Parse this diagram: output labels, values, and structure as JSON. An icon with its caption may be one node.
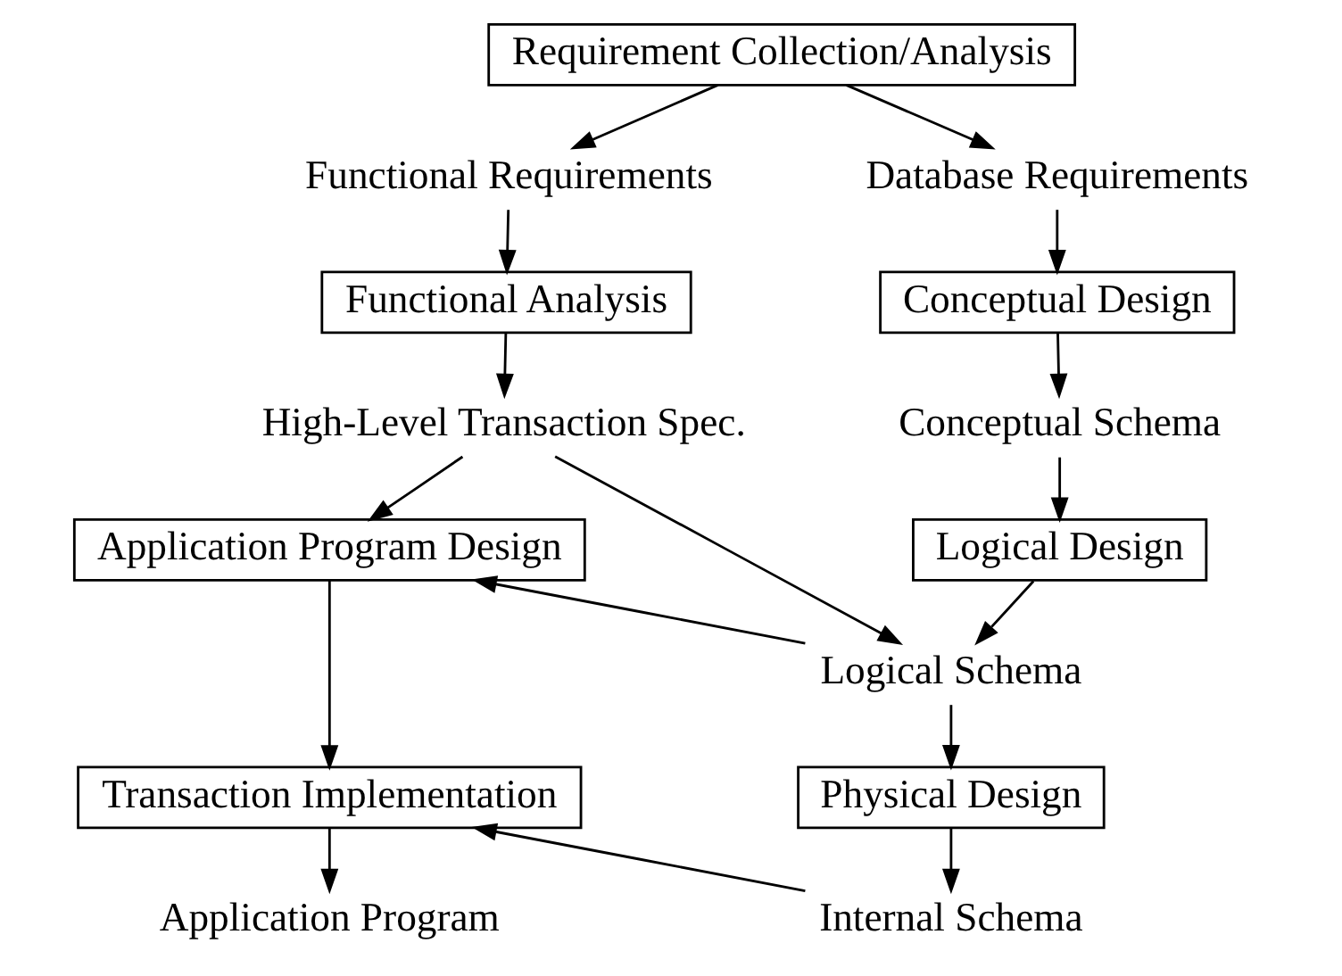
{
  "diagram": {
    "nodes": [
      {
        "text": [
          "Requirement Collection/Analysis"
        ]
      },
      {
        "text": [
          "Functional Requirements"
        ]
      },
      {
        "text": [
          "Database Requirements"
        ]
      },
      {
        "text": [
          "Functional Analysis"
        ]
      },
      {
        "text": [
          "Conceptual Design"
        ]
      },
      {
        "text": [
          "High-Level Transaction Spec."
        ]
      },
      {
        "text": [
          "Conceptual Schema"
        ]
      },
      {
        "text": [
          "Application Program Design"
        ]
      },
      {
        "text": [
          "Logical Design"
        ]
      },
      {
        "text": [
          "Logical Schema"
        ]
      },
      {
        "text": [
          "Transaction Implementation"
        ]
      },
      {
        "text": [
          "Physical Design"
        ]
      },
      {
        "text": [
          "Application Program"
        ]
      },
      {
        "text": [
          "Internal Schema"
        ]
      }
    ],
    "edges": [
      {
        "from": 0,
        "to": 1,
        "arrow": "to"
      },
      {
        "from": 0,
        "to": 2,
        "arrow": "to"
      },
      {
        "from": 1,
        "to": 3,
        "arrow": "to"
      },
      {
        "from": 2,
        "to": 4,
        "arrow": "to"
      },
      {
        "from": 3,
        "to": 5,
        "arrow": "to"
      },
      {
        "from": 4,
        "to": 6,
        "arrow": "to"
      },
      {
        "from": 5,
        "to": 7,
        "arrow": "to"
      },
      {
        "from": 6,
        "to": 8,
        "arrow": "to"
      },
      {
        "from": 5,
        "to": 9,
        "arrow": "to"
      },
      {
        "from": 8,
        "to": 9,
        "arrow": "to"
      },
      {
        "from": 9,
        "to": 7,
        "arrow": "to"
      },
      {
        "from": 7,
        "to": 10,
        "arrow": "to"
      },
      {
        "from": 9,
        "to": 11,
        "arrow": "to"
      },
      {
        "from": 11,
        "to": 13,
        "arrow": "to"
      },
      {
        "from": 10,
        "to": 12,
        "arrow": "to"
      },
      {
        "from": 13,
        "to": 10,
        "arrow": "to"
      }
    ]
  }
}
